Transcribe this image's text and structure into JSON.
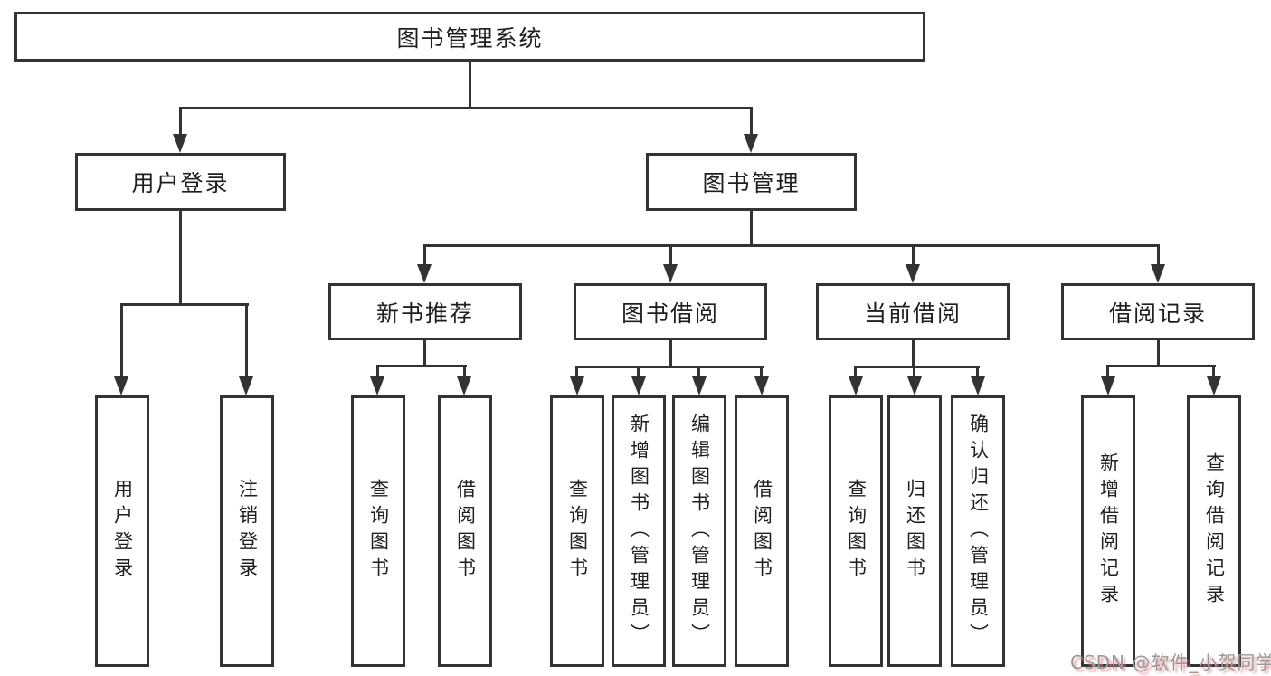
{
  "diagram": {
    "root": "图书管理系统",
    "level2": {
      "user_login": "用户登录",
      "book_mgmt": "图书管理"
    },
    "level3": {
      "new_book_rec": "新书推荐",
      "book_borrow": "图书借阅",
      "current_borrow": "当前借阅",
      "borrow_records": "借阅记录"
    },
    "leaves": {
      "user_login": [
        "用户登录",
        "注销登录"
      ],
      "new_book_rec": [
        "查询图书",
        "借阅图书"
      ],
      "book_borrow": [
        "查询图书",
        "新增图书（管理员）",
        "编辑图书（管理员）",
        "借阅图书"
      ],
      "current_borrow": [
        "查询图书",
        "归还图书",
        "确认归还（管理员）"
      ],
      "borrow_records": [
        "新增借阅记录",
        "查询借阅记录"
      ]
    }
  },
  "watermark": "CSDN @软件_小贺同学",
  "colors": {
    "line": "#333333",
    "text": "#1f1f1f",
    "background": "#ffffff",
    "watermark_gray": "#999999",
    "watermark_pink": "#e28c92"
  }
}
